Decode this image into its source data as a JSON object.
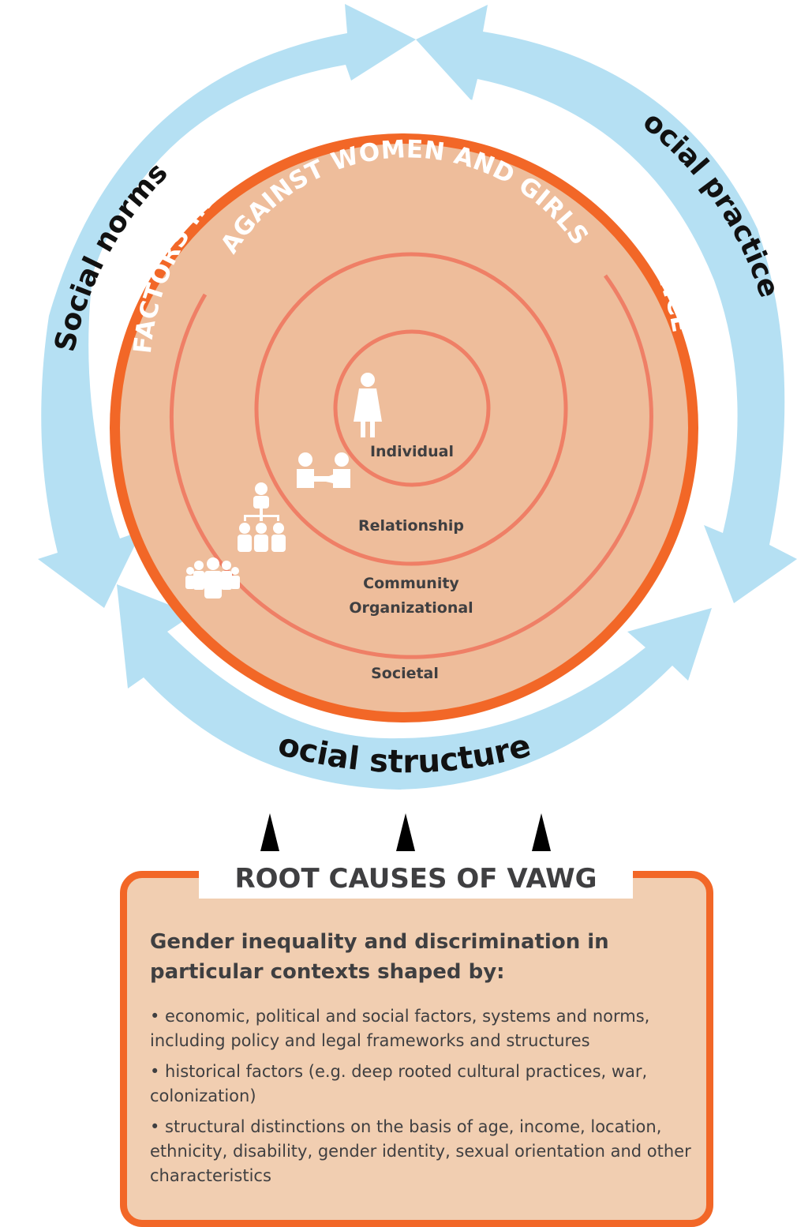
{
  "diagram": {
    "arc_title": "FACTORS INCREASING THE PROBABILITY OF VIOLENCE",
    "arc_subtitle": "AGAINST WOMEN AND GIRLS",
    "rings": {
      "individual": "Individual",
      "relationship": "Relationship",
      "community": "Community",
      "organizational": "Organizational",
      "societal": "Societal"
    },
    "outer_arrows": {
      "left": "Social norms",
      "right": "Social practices",
      "bottom": "Social structures"
    },
    "icons": [
      "woman-icon",
      "handshake-icon",
      "org-chart-icon",
      "crowd-icon"
    ],
    "colors": {
      "outer_ring": "#f26727",
      "disc_fill": "#eebd9b",
      "inner_rings": "#ef7f66",
      "arrows": "#b5e0f3",
      "text": "#3f3f41"
    }
  },
  "root_causes": {
    "title": "ROOT CAUSES OF VAWG",
    "heading": "Gender inequality and discrimination in particular contexts shaped by:",
    "bullets": [
      "• economic, political and social factors, systems and norms, including policy and legal frameworks and structures",
      "• historical factors (e.g. deep rooted cultural practices, war, colonization)",
      "• structural distinctions on the basis of age, income, location, ethnicity, disability, gender identity, sexual orientation and other characteristics"
    ]
  }
}
